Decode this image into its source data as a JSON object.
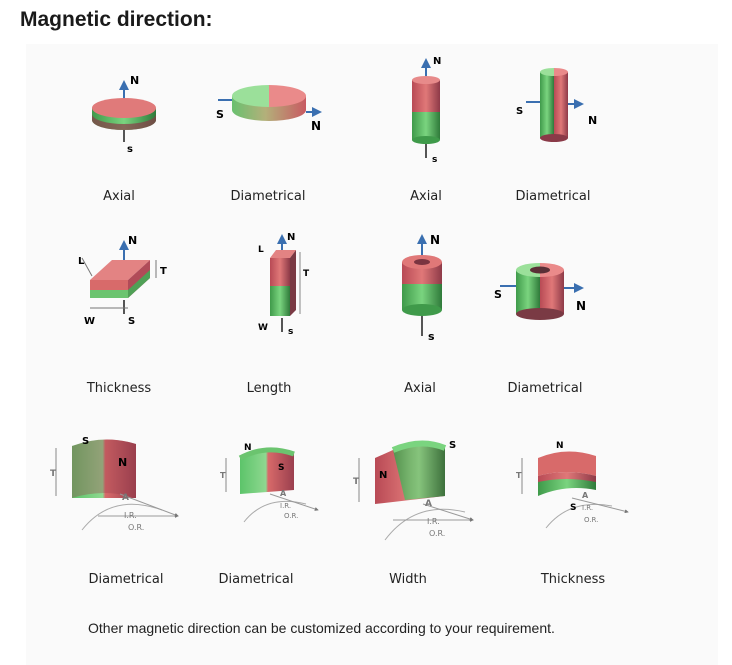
{
  "title": "Magnetic direction:",
  "pole_north": "N",
  "pole_south": "S",
  "pole_south_small": "s",
  "dim_length": "L",
  "dim_width": "W",
  "dim_thickness": "T",
  "dim_angle": "A",
  "dim_inner_radius": "I.R.",
  "dim_outer_radius": "O.R.",
  "colors": {
    "north": "#d96a6a",
    "south": "#5cc46a",
    "arrow": "#3a6fb0"
  },
  "rows": [
    {
      "items": [
        {
          "label": "Axial",
          "shape": "disc-axial-icon"
        },
        {
          "label": "Diametrical",
          "shape": "disc-diametrical-icon"
        },
        {
          "label": "Axial",
          "shape": "cylinder-axial-icon"
        },
        {
          "label": "Diametrical",
          "shape": "cylinder-diametrical-icon"
        }
      ]
    },
    {
      "items": [
        {
          "label": "Thickness",
          "shape": "block-thickness-icon"
        },
        {
          "label": "Length",
          "shape": "bar-length-icon"
        },
        {
          "label": "Axial",
          "shape": "ring-axial-icon"
        },
        {
          "label": "Diametrical",
          "shape": "ring-diametrical-icon"
        }
      ]
    },
    {
      "items": [
        {
          "label": "Diametrical",
          "shape": "arc-diametrical-icon"
        },
        {
          "label": "Diametrical",
          "shape": "arc-diametrical-alt-icon"
        },
        {
          "label": "Width",
          "shape": "arc-width-icon"
        },
        {
          "label": "Thickness",
          "shape": "arc-thickness-icon"
        }
      ]
    }
  ],
  "footer": "Other magnetic direction can be customized according to your requirement."
}
